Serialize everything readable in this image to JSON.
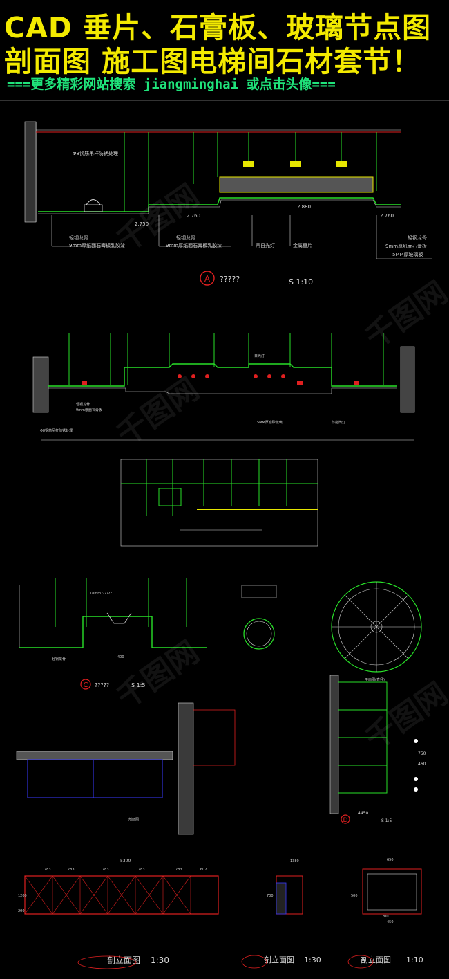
{
  "banner": {
    "line1": "CAD 垂片、石膏板、玻璃节点图",
    "line2": "剖面图 施工图电梯间石材套节！",
    "line3_prefix": "===",
    "line3_text": "更多精彩网站搜索 jiangminghai 或点击头像",
    "line3_suffix": "==="
  },
  "section_a": {
    "marker": "A",
    "title": "?????",
    "scale": "S 1:10",
    "top_note": "Φ8钢筋吊杆防锈处理",
    "elev_1": "2.750",
    "elev_2": "2.760",
    "elev_3": "2.880",
    "elev_4": "2.760",
    "label_keel_1": "轻钢龙骨",
    "label_board_1": "9mm厚纸面石膏板乳胶漆",
    "label_keel_2": "轻钢龙骨",
    "label_board_2": "9mm厚纸面石膏板乳胶漆",
    "label_light": "吊日光灯",
    "label_metal": "金属垂片",
    "label_keel_3": "轻钢龙骨",
    "label_board_3": "9mm厚纸面石膏板",
    "label_glass": "5MM厚玻璃板"
  },
  "section_b": {
    "note_1": "轻钢龙骨",
    "note_2": "9mm纸面石膏板",
    "note_3": "Φ8钢筋吊杆防锈处理",
    "note_4": "日光灯",
    "note_5": "5MM厚磨砂玻璃",
    "note_6": "节能筒灯"
  },
  "section_c": {
    "marker": "C",
    "title": "?????",
    "scale": "S 1:5",
    "note_1": "18mm??????",
    "note_2": "轻钢龙骨",
    "dim": "400"
  },
  "circle_detail": {
    "label": "平面图(直径)"
  },
  "section_d": {
    "marker": "D",
    "scale": "S 1:5",
    "dim_1": "4450",
    "dim_2": "460",
    "dim_3": "750",
    "label_1": "剖面图",
    "label_2": "1:5"
  },
  "elevation_1": {
    "title": "剖立面图",
    "scale": "1:30",
    "dims": [
      "783",
      "783",
      "783",
      "783",
      "783",
      "602"
    ],
    "total": "5300",
    "height_1": "1200",
    "height_2": "200"
  },
  "elevation_2": {
    "title": "剖立面图",
    "scale": "1:30",
    "dim_1": "1380",
    "dim_2": "700"
  },
  "elevation_3": {
    "title": "剖立面图",
    "scale": "1:10",
    "dim_1": "650",
    "dim_2": "450",
    "dim_3": "500",
    "dim_4": "200"
  },
  "watermark": "千图网",
  "colors": {
    "banner_yellow": "#f3ea00",
    "banner_green": "#1fe37a",
    "cad_green": "#28e028",
    "cad_red": "#e02020",
    "cad_white": "#d8d8d8",
    "cad_yellow": "#e6e600"
  }
}
